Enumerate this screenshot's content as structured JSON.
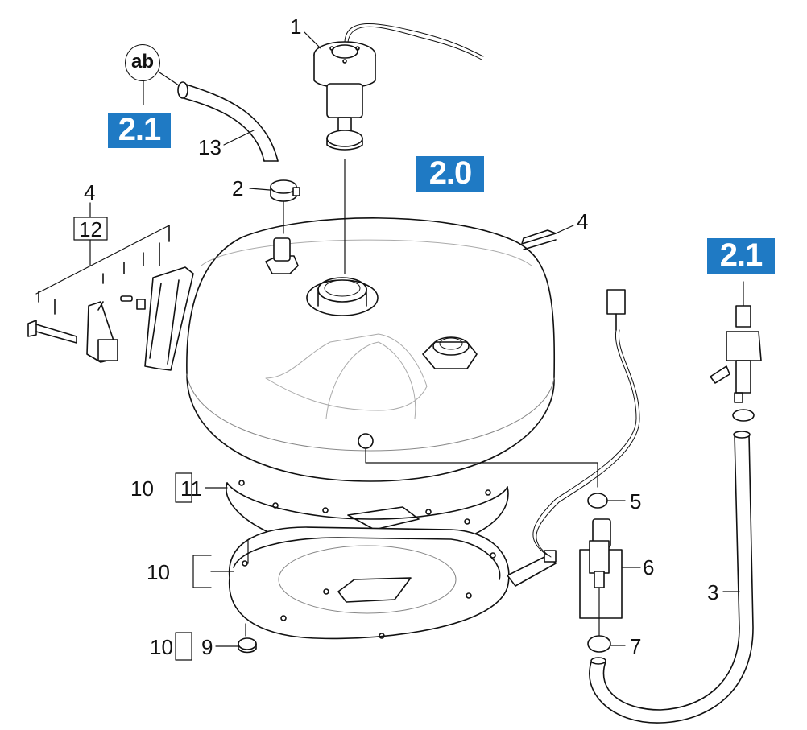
{
  "reference_boxes": {
    "ref_a": "2.1",
    "ref_b": "2.0",
    "ref_c": "2.1"
  },
  "badge": "ab",
  "callouts": {
    "c1": "1",
    "c2": "2",
    "c3": "3",
    "c4_top": "4",
    "c4_right": "4",
    "c5": "5",
    "c6": "6",
    "c7": "7",
    "c9": "9",
    "c10_a": "10",
    "c10_b": "10",
    "c10_c": "10",
    "c11": "11",
    "c12": "12",
    "c13": "13"
  },
  "colors": {
    "reference_box": "#1f7ac4",
    "line": "#111111",
    "background": "#ffffff"
  }
}
